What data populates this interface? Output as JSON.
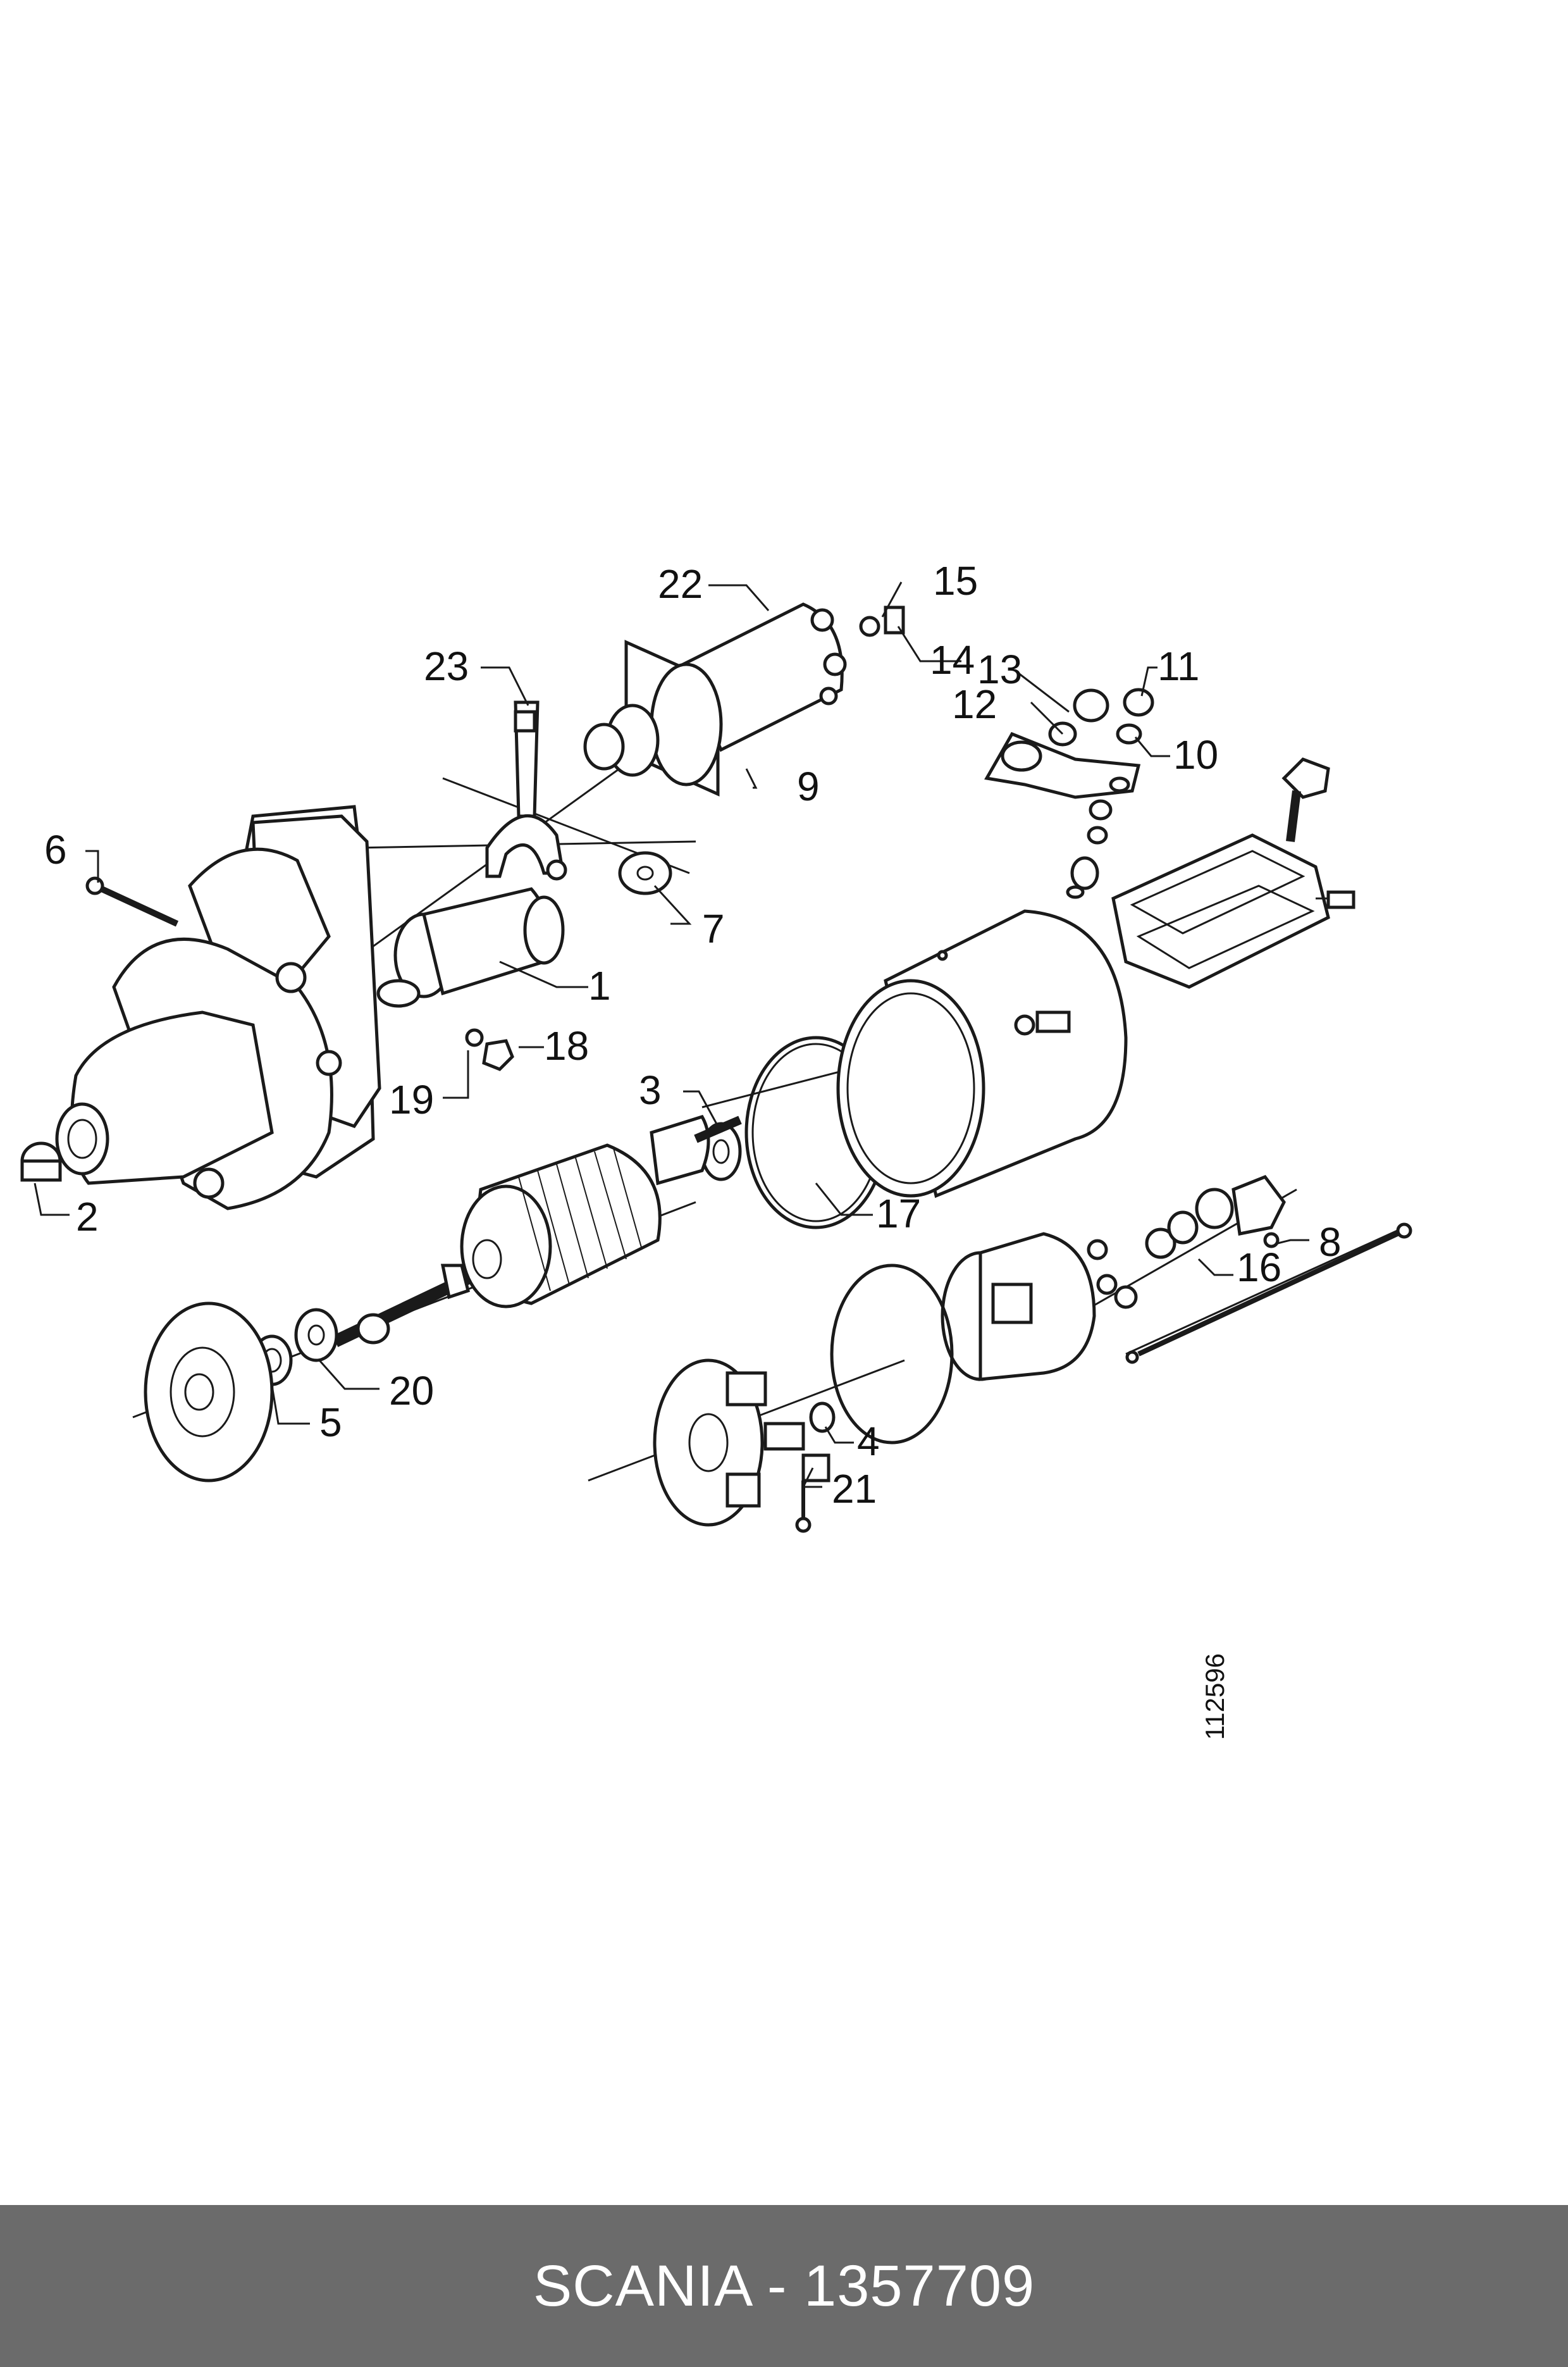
{
  "footer": {
    "title": "SCANIA - 1357709",
    "background_color": "#6b6b6b",
    "text_color": "#ffffff"
  },
  "diagram": {
    "drawing_number": "112596",
    "callouts": [
      "1",
      "2",
      "3",
      "4",
      "5",
      "6",
      "7",
      "8",
      "9",
      "10",
      "11",
      "12",
      "13",
      "14",
      "15",
      "16",
      "17",
      "18",
      "19",
      "20",
      "21",
      "22",
      "23"
    ]
  }
}
